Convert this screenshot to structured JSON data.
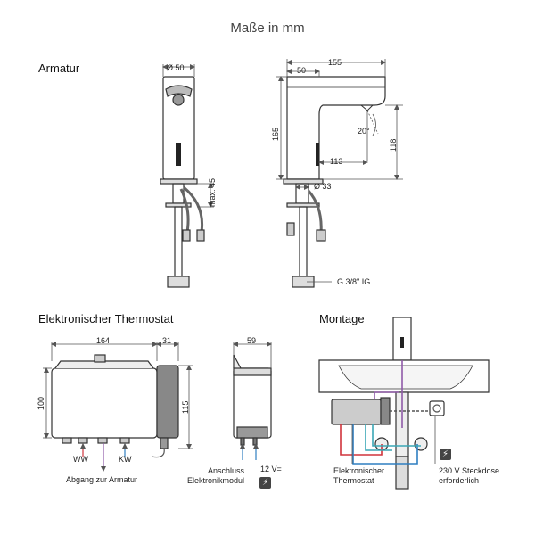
{
  "page": {
    "title": "Maße in mm"
  },
  "sections": {
    "armatur": "Armatur",
    "thermostat": "Elektronischer Thermostat",
    "montage": "Montage"
  },
  "dimensions": {
    "faucet_front_diameter": "Ø 50",
    "faucet_max": "max. 45",
    "side_width": "155",
    "side_spout_offset": "50",
    "side_height": "165",
    "side_angle": "20°",
    "side_spout_height": "118",
    "side_reach": "113",
    "side_base_diameter": "Ø 33",
    "connection_thread": "G 3/8\" IG",
    "thermo_width": "164",
    "thermo_extra": "31",
    "thermo_height": "100",
    "thermo_total_height": "115",
    "thermo_depth": "59"
  },
  "labels": {
    "ww": "WW",
    "kw": "KW",
    "abgang": "Abgang zur Armatur",
    "anschluss_line1": "Anschluss",
    "anschluss_line2": "Elektronikmodul",
    "voltage": "12 V=",
    "montage_thermo_line1": "Elektronischer",
    "montage_thermo_line2": "Thermostat",
    "socket_line1": "230 V Steckdose",
    "socket_line2": "erforderlich"
  },
  "colors": {
    "hot": "#d0333b",
    "cold": "#2e7fc1",
    "mixed": "#8f5aa8",
    "supply": "#3aa7b6",
    "line": "#333333",
    "dimension": "#555555"
  },
  "icons": {
    "power": "lightning-bolt-icon"
  }
}
